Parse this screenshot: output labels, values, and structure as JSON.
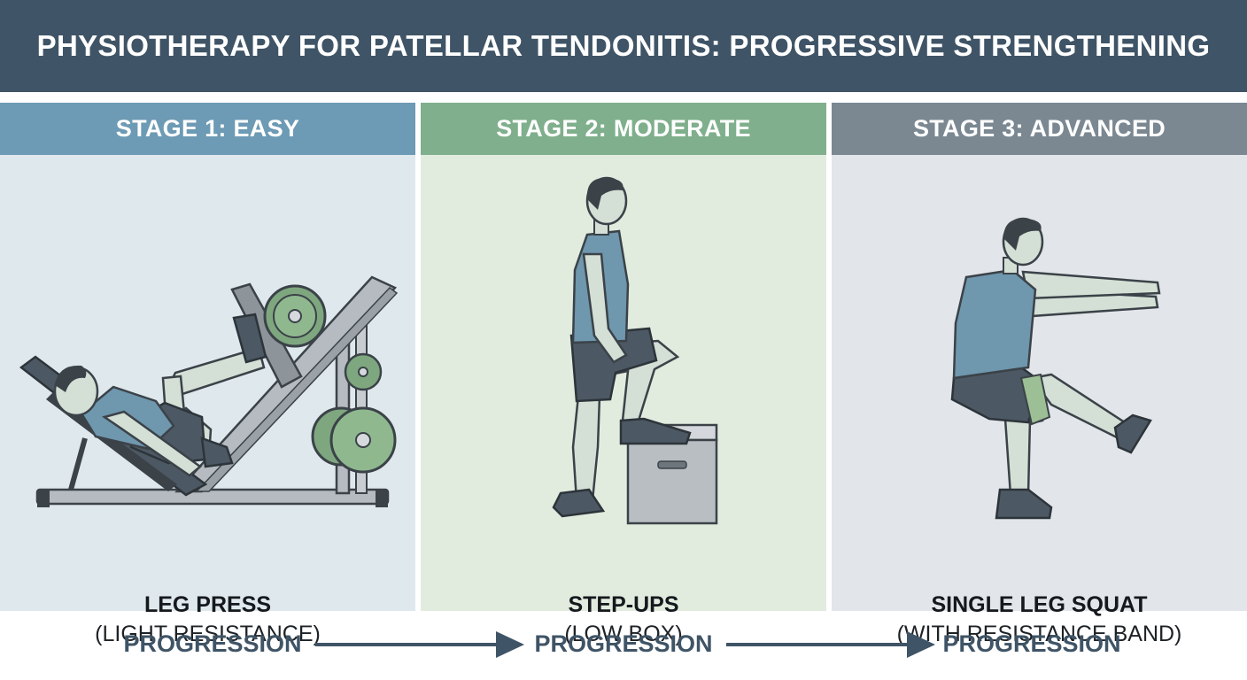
{
  "title": "PHYSIOTHERAPY FOR PATELLAR TENDONITIS: PROGRESSIVE STRENGTHENING",
  "stages": [
    {
      "heading": "STAGE 1: EASY",
      "exercise": "LEG PRESS",
      "note": "(LIGHT RESISTANCE)",
      "header_color": "#6d9ab4",
      "panel_color": "#dfe8ed"
    },
    {
      "heading": "STAGE 2: MODERATE",
      "exercise": "STEP-UPS",
      "note": "(LOW BOX)",
      "header_color": "#7faf8c",
      "panel_color": "#e1ecdf"
    },
    {
      "heading": "STAGE 3: ADVANCED",
      "exercise": "SINGLE LEG SQUAT",
      "note": "(WITH RESISTANCE BAND)",
      "header_color": "#7b8892",
      "panel_color": "#e2e6ea"
    }
  ],
  "progression": [
    "PROGRESSION",
    "PROGRESSION",
    "PROGRESSION"
  ],
  "colors": {
    "banner": "#3f5466",
    "shirt": "#6f97ae",
    "shorts": "#4c5863",
    "skin": "#d4dfd6",
    "plate": "#7ea77f",
    "progression_text": "#3f5466"
  }
}
